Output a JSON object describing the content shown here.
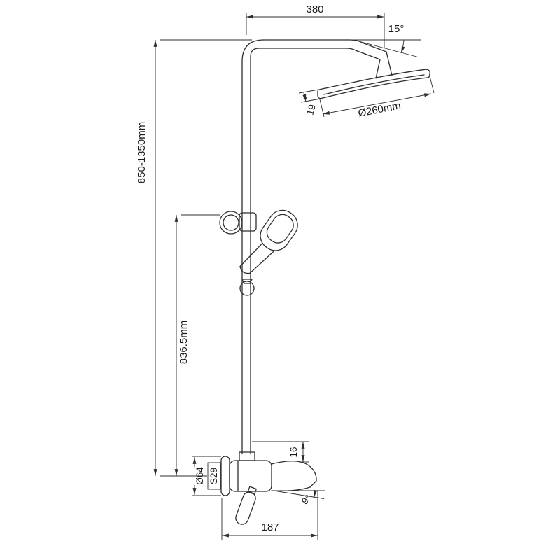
{
  "drawing": {
    "kind": "technical dimension drawing",
    "background": "#ffffff",
    "line_color": "#2e2e2e",
    "text_color": "#1a1a1a"
  },
  "labels": {
    "top_width": "380",
    "head_angle": "15°",
    "overall_height": "850-1350mm",
    "head_diameter": "Ø260mm",
    "head_thickness": "19",
    "riser_height": "836.5mm",
    "flange_diameter": "Ø64",
    "square_size": "S29",
    "spout_drop": "16",
    "spout_angle": "9°",
    "base_depth": "187"
  }
}
